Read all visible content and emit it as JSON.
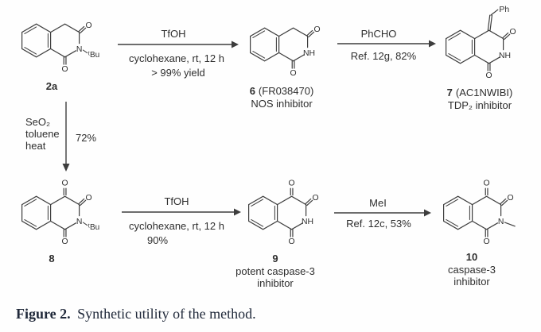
{
  "caption": {
    "label": "Figure 2.",
    "text": "Synthetic utility of the method."
  },
  "atoms": {
    "O": "O",
    "N": "N",
    "NH": "NH",
    "tBu": "ᵗBu",
    "Ph": "Ph"
  },
  "compounds": {
    "c2a": {
      "id": "2a"
    },
    "c6": {
      "id": "6",
      "name": "(FR038470)",
      "role": "NOS inhibitor"
    },
    "c7": {
      "id": "7",
      "name": "(AC1NWIBI)",
      "role": "TDP₂ inhibitor"
    },
    "c8": {
      "id": "8"
    },
    "c9": {
      "id": "9",
      "role1": "potent caspase-3",
      "role2": "inhibitor"
    },
    "c10": {
      "id": "10",
      "role1": "caspase-3",
      "role2": "inhibitor"
    }
  },
  "reactions": {
    "step1": {
      "reagent": "TfOH",
      "conditions": "cyclohexane, rt, 12 h",
      "yield": "> 99% yield"
    },
    "step2": {
      "reagent": "PhCHO",
      "conditions": "Ref. 12g, 82%"
    },
    "step3": {
      "reagent1": "SeO₂",
      "reagent2": "toluene",
      "reagent3": "heat",
      "yield": "72%"
    },
    "step4": {
      "reagent": "TfOH",
      "conditions": "cyclohexane, rt, 12 h",
      "yield": "90%"
    },
    "step5": {
      "reagent": "MeI",
      "conditions": "Ref. 12c, 53%"
    }
  }
}
